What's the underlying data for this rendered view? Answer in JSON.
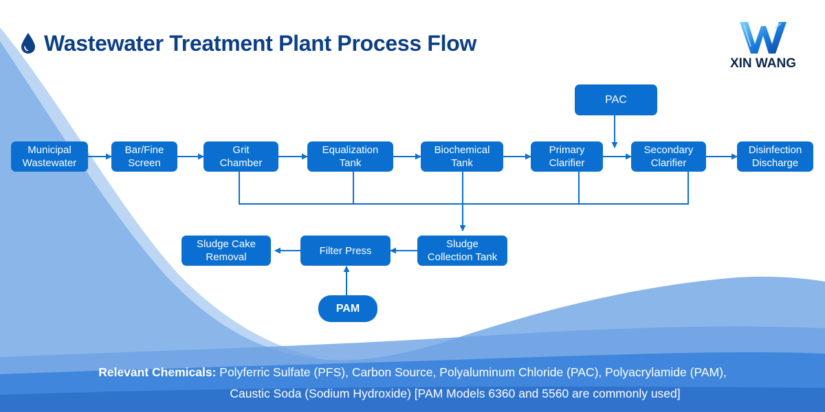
{
  "title": "Wastewater Treatment Plant Process Flow",
  "logo": {
    "text": "XIN WANG"
  },
  "nodes": {
    "municipal_wastewater": "Municipal\nWastewater",
    "bar_fine_screen": "Bar/Fine\nScreen",
    "grit_chamber": "Grit\nChamber",
    "equalization_tank": "Equalization\nTank",
    "biochemical_tank": "Biochemical\nTank",
    "primary_clarifier": "Primary\nClarifier",
    "secondary_clarifier": "Secondary\nClarifier",
    "disinfection_discharge": "Disinfection\nDischarge",
    "pac": "PAC",
    "sludge_collection_tank": "Sludge\nCollection Tank",
    "filter_press": "Filter Press",
    "sludge_cake_removal": "Sludge Cake\nRemoval",
    "pam": "PAM"
  },
  "footer": {
    "label": "Relevant Chemicals:",
    "line1": " Polyferric Sulfate (PFS), Carbon Source, Polyaluminum Chloride (PAC), Polyacrylamide (PAM),",
    "line2": "Caustic Soda (Sodium Hydroxide) [PAM Models 6360 and 5560 are commonly used]"
  },
  "colors": {
    "node": "#0a6fd0",
    "title": "#0d3f86",
    "wave_light": "#a9c9ef",
    "wave_dark": "#3f86dc"
  }
}
